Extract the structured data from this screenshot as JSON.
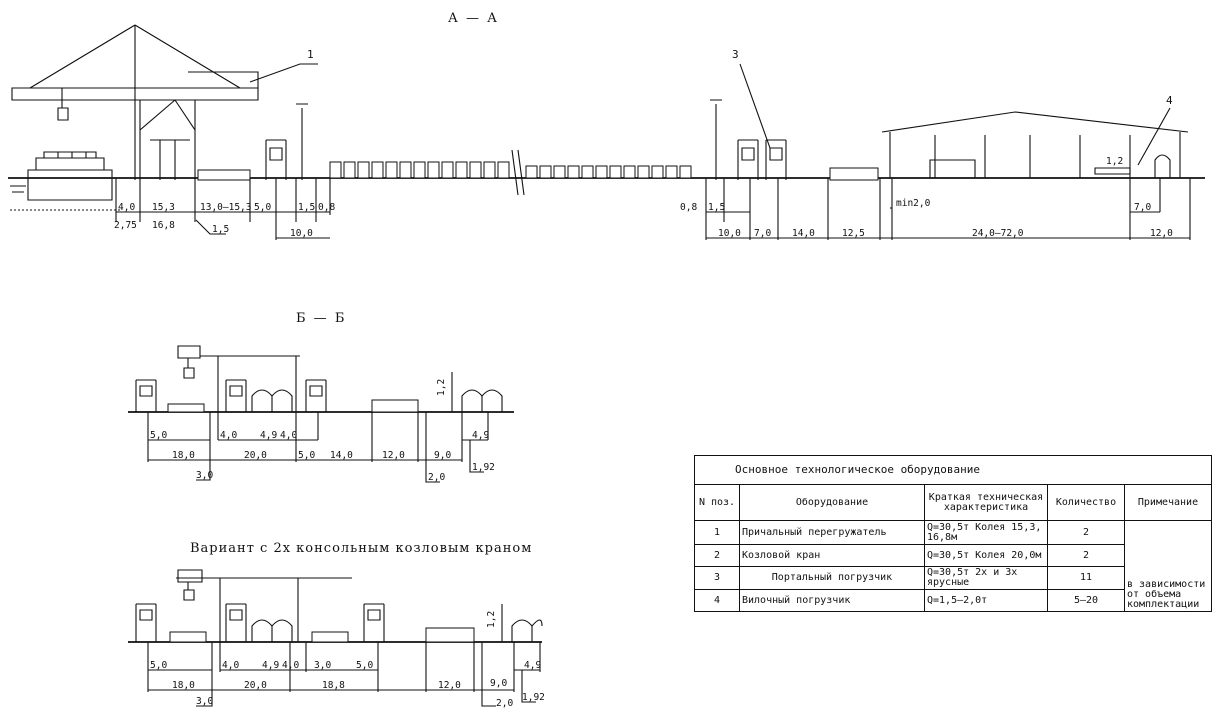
{
  "sections": {
    "aa": {
      "title": "А — А"
    },
    "bb": {
      "title": "Б — Б"
    },
    "variant": {
      "title": "Вариант с 2х консольным козловым краном"
    }
  },
  "callouts": [
    "1",
    "3",
    "4"
  ],
  "aa_dims": {
    "d1": "4,0",
    "d2": "15,3",
    "d3": "13,0–15,3",
    "d4": "5,0",
    "d5": "1,5",
    "d6": "0,8",
    "d7": "2,75",
    "d8": "16,8",
    "d9": "1,5",
    "d10": "10,0",
    "r1": "0,8",
    "r2": "1,5",
    "r3": "10,0",
    "r4": "7,0",
    "r5": "14,0",
    "r6": "12,5",
    "r7": "min2,0",
    "r8": "24,0–72,0",
    "r9": "7,0",
    "r10": "12,0",
    "r11": "1,2"
  },
  "bb_dims": {
    "a1": "5,0",
    "a2": "4,0",
    "a3": "4,9",
    "a4": "4,0",
    "a5": "18,0",
    "a6": "20,0",
    "a7": "5,0",
    "a8": "14,0",
    "a9": "12,0",
    "a10": "9,0",
    "a11": "4,9",
    "a12": "3,0",
    "a13": "2,0",
    "a14": "1,92",
    "a15": "1,2"
  },
  "var_dims": {
    "v1": "5,0",
    "v2": "4,0",
    "v3": "4,9",
    "v4": "4,0",
    "v5": "3,0",
    "v6": "5,0",
    "v7": "18,0",
    "v8": "20,0",
    "v9": "18,8",
    "v10": "12,0",
    "v11": "9,0",
    "v12": "4,9",
    "v13": "3,0",
    "v14": "2,0",
    "v15": "1,92",
    "v16": "1,2"
  },
  "table": {
    "caption": "Основное технологическое оборудование",
    "headers": {
      "num": "N поз.",
      "equip": "Оборудование",
      "spec": "Краткая техническая характеристика",
      "qty": "Количество",
      "note": "Примечание"
    },
    "rows": [
      {
        "num": "1",
        "equip": "Причальный перегружатель",
        "spec": "Q=30,5т Колея 15,3, 16,8м",
        "qty": "2"
      },
      {
        "num": "2",
        "equip": "Козловой кран",
        "spec": "Q=30,5т Колея 20,0м",
        "qty": "2"
      },
      {
        "num": "3",
        "equip": "Портальный погрузчик",
        "spec": "Q=30,5т 2х и 3х ярусные",
        "qty": "11"
      },
      {
        "num": "4",
        "equip": "Вилочный погрузчик",
        "spec": "Q=1,5–2,0т",
        "qty": "5–20"
      }
    ],
    "note": "в зависимости от объема комплектации"
  }
}
